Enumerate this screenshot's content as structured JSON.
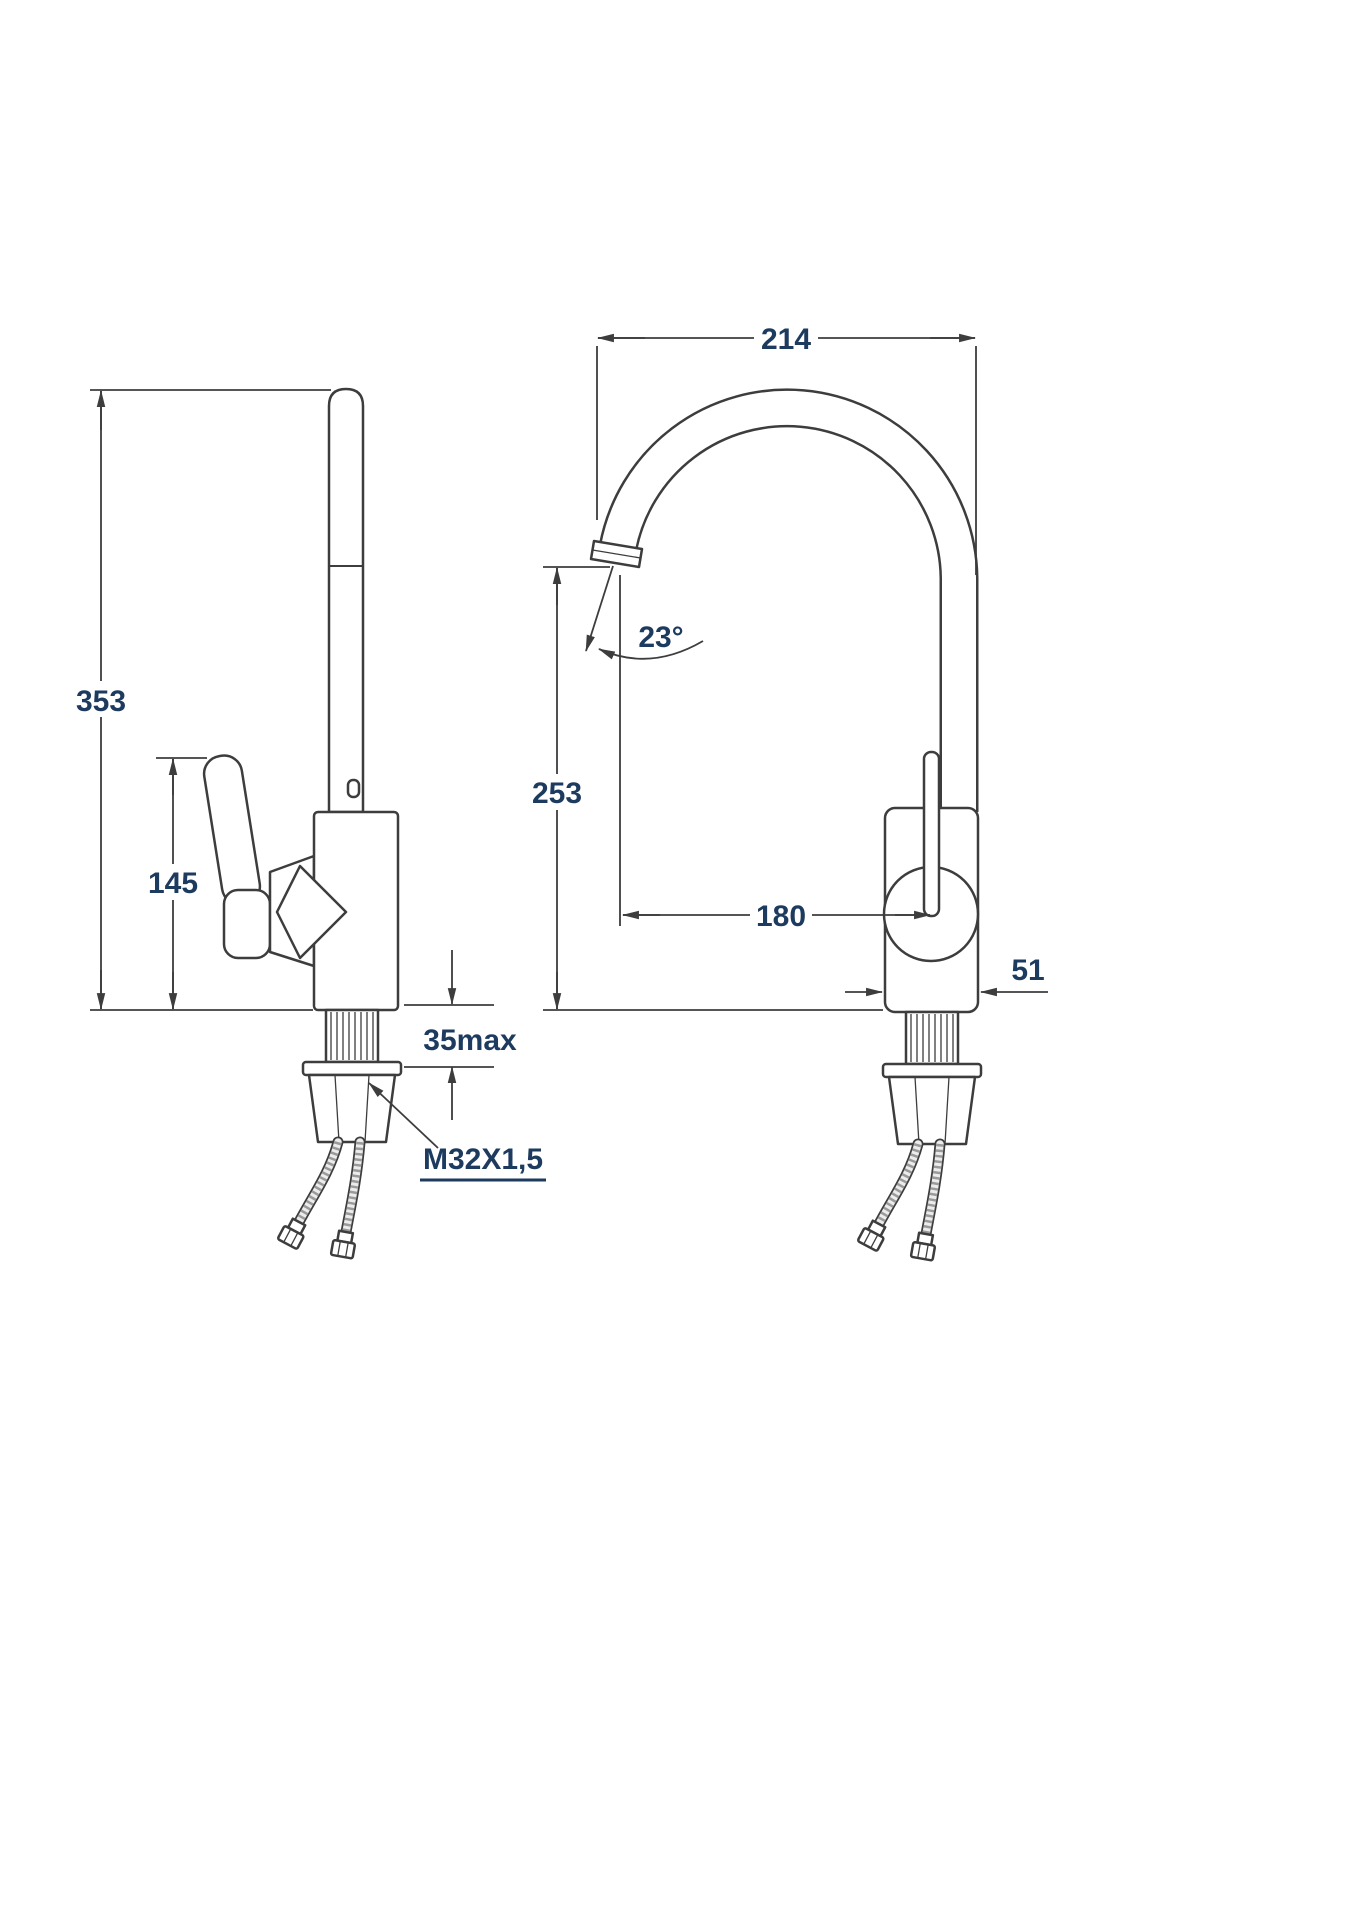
{
  "drawing": {
    "title": "kitchen mixer tap technical drawing, two views",
    "colors": {
      "line": "#3d3d3d",
      "dimension_text": "#1d3a5f",
      "background": "#ffffff"
    },
    "side_view": {
      "total_height": "353",
      "handle_height": "145",
      "mounting_thickness": "35max",
      "thread_size": "M32X1,5"
    },
    "front_view": {
      "spout_reach": "214",
      "outlet_angle": "23°",
      "spout_height": "253",
      "center_distance": "180",
      "body_width": "51"
    }
  }
}
